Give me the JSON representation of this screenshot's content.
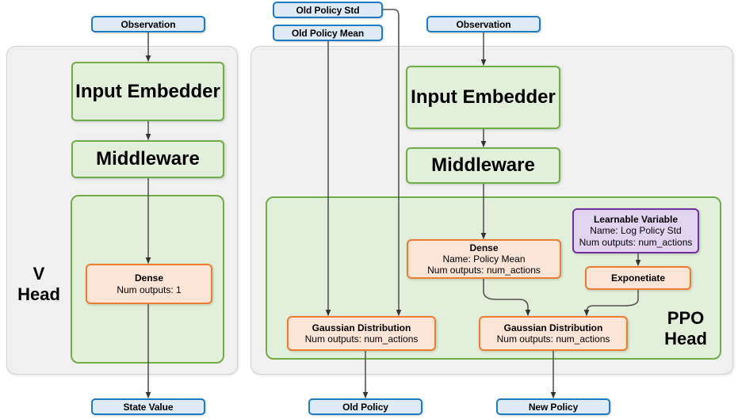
{
  "diagram": {
    "title": "PPO network architecture diagram",
    "colors": {
      "panel_bg": "#f0f0f0",
      "panel_border": "#d3d3d3",
      "green_fill": "#e2efda",
      "green_border": "#70ad47",
      "orange_fill": "#fce4d6",
      "orange_border": "#ed7d31",
      "purple_fill": "#e2d4f0",
      "purple_border": "#7030a0",
      "blue_fill": "#deebf7",
      "blue_border": "#1f7ac4",
      "arrow": "#404040"
    }
  },
  "inputs": {
    "observation_left": "Observation",
    "observation_right": "Observation",
    "old_policy_std": "Old Policy Std",
    "old_policy_mean": "Old Policy Mean"
  },
  "outputs": {
    "state_value": "State Value",
    "old_policy": "Old Policy",
    "new_policy": "New Policy"
  },
  "v_head": {
    "label": "V\nHead",
    "label_line1": "V",
    "label_line2": "Head",
    "input_embedder": "Input Embedder",
    "middleware": "Middleware",
    "dense": {
      "title": "Dense",
      "line1": "Num outputs: 1"
    }
  },
  "ppo_head": {
    "label_line1": "PPO",
    "label_line2": "Head",
    "input_embedder": "Input Embedder",
    "middleware": "Middleware",
    "dense": {
      "title": "Dense",
      "line1": "Name: Policy Mean",
      "line2": "Num outputs: num_actions"
    },
    "learnable_variable": {
      "title": "Learnable Variable",
      "line1": "Name: Log Policy Std",
      "line2": "Num outputs: num_actions"
    },
    "exponetiate": {
      "title": "Exponetiate"
    },
    "gaussian_old": {
      "title": "Gaussian Distribution",
      "line1": "Num outputs: num_actions"
    },
    "gaussian_new": {
      "title": "Gaussian Distribution",
      "line1": "Num outputs: num_actions"
    }
  }
}
